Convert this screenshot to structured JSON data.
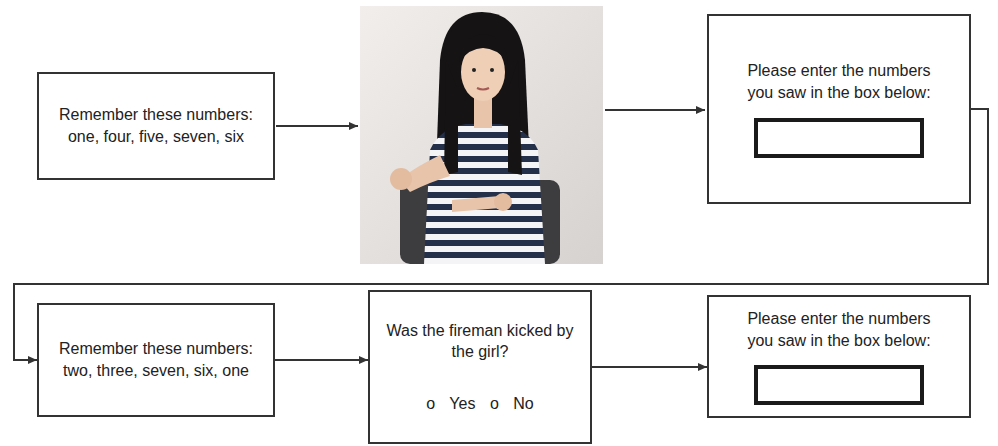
{
  "diagram": {
    "nodes": [
      {
        "text": [
          "Remember these numbers: one, four, five, seven, six"
        ]
      },
      {
        "text": [
          "Please enter the numbers you saw in the box below:"
        ]
      },
      {
        "text": [
          "Remember these numbers: two, three, seven, six, one"
        ]
      },
      {
        "text": [
          "Was the fireman kicked by the girl?",
          "o Yes o No"
        ]
      },
      {
        "text": [
          "Please enter the numbers you saw in the box below:"
        ]
      }
    ],
    "edges": [
      {
        "from": 1,
        "to": 2,
        "arrow": "to"
      },
      {
        "from": 2,
        "to": 3,
        "arrow": "to"
      },
      {
        "from": 3,
        "to": 4,
        "arrow": "to"
      }
    ]
  }
}
